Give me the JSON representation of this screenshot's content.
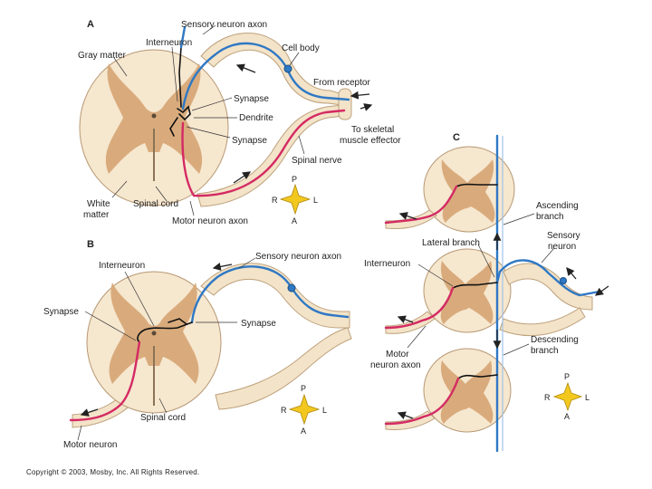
{
  "panels": {
    "a": "A",
    "b": "B",
    "c": "C"
  },
  "panel_a": {
    "sensory_neuron_axon": "Sensory neuron axon",
    "interneuron": "Interneuron",
    "gray_matter": "Gray matter",
    "cell_body": "Cell body",
    "from_receptor": "From receptor",
    "synapse_1": "Synapse",
    "dendrite": "Dendrite",
    "to_skeletal_1": "To skeletal",
    "to_skeletal_2": "muscle effector",
    "synapse_2": "Synapse",
    "spinal_nerve": "Spinal nerve",
    "white_matter_1": "White",
    "white_matter_2": "matter",
    "spinal_cord": "Spinal cord",
    "motor_neuron_axon": "Motor neuron axon"
  },
  "panel_b": {
    "sensory_neuron_axon": "Sensory neuron axon",
    "interneuron": "Interneuron",
    "synapse_left": "Synapse",
    "synapse_right": "Synapse",
    "spinal_cord": "Spinal cord",
    "motor_neuron": "Motor neuron"
  },
  "panel_c": {
    "ascending_1": "Ascending",
    "ascending_2": "branch",
    "lateral_branch": "Lateral branch",
    "sensory_1": "Sensory",
    "sensory_2": "neuron",
    "interneuron": "Interneuron",
    "motor_1": "Motor",
    "motor_2": "neuron axon",
    "descending_1": "Descending",
    "descending_2": "branch"
  },
  "compass": {
    "posterior": "P",
    "anterior": "A",
    "right": "R",
    "left": "L"
  },
  "colors": {
    "sensory_neuron": "#2f78c4",
    "motor_neuron": "#d42a63",
    "interneuron": "#111111",
    "white_matter": "#f6e7cf",
    "gray_matter": "#d9ab7c",
    "compass_star": "#f2c81f"
  },
  "copyright": "Copyright © 2003, Mosby, Inc. All Rights Reserved."
}
